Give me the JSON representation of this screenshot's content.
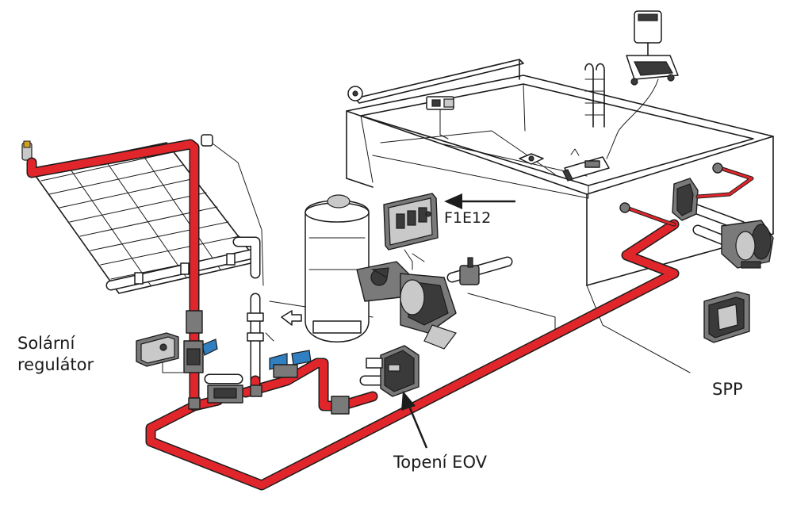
{
  "labels": {
    "solar_line1": "Solární",
    "solar_line2": "regulátor",
    "control_unit": "F1E12",
    "spp": "SPP",
    "heating": "Topení EOV"
  },
  "colors": {
    "hot_pipe": "#e0262b",
    "outline": "#1c1c1c",
    "valve": "#2f7fc1"
  }
}
